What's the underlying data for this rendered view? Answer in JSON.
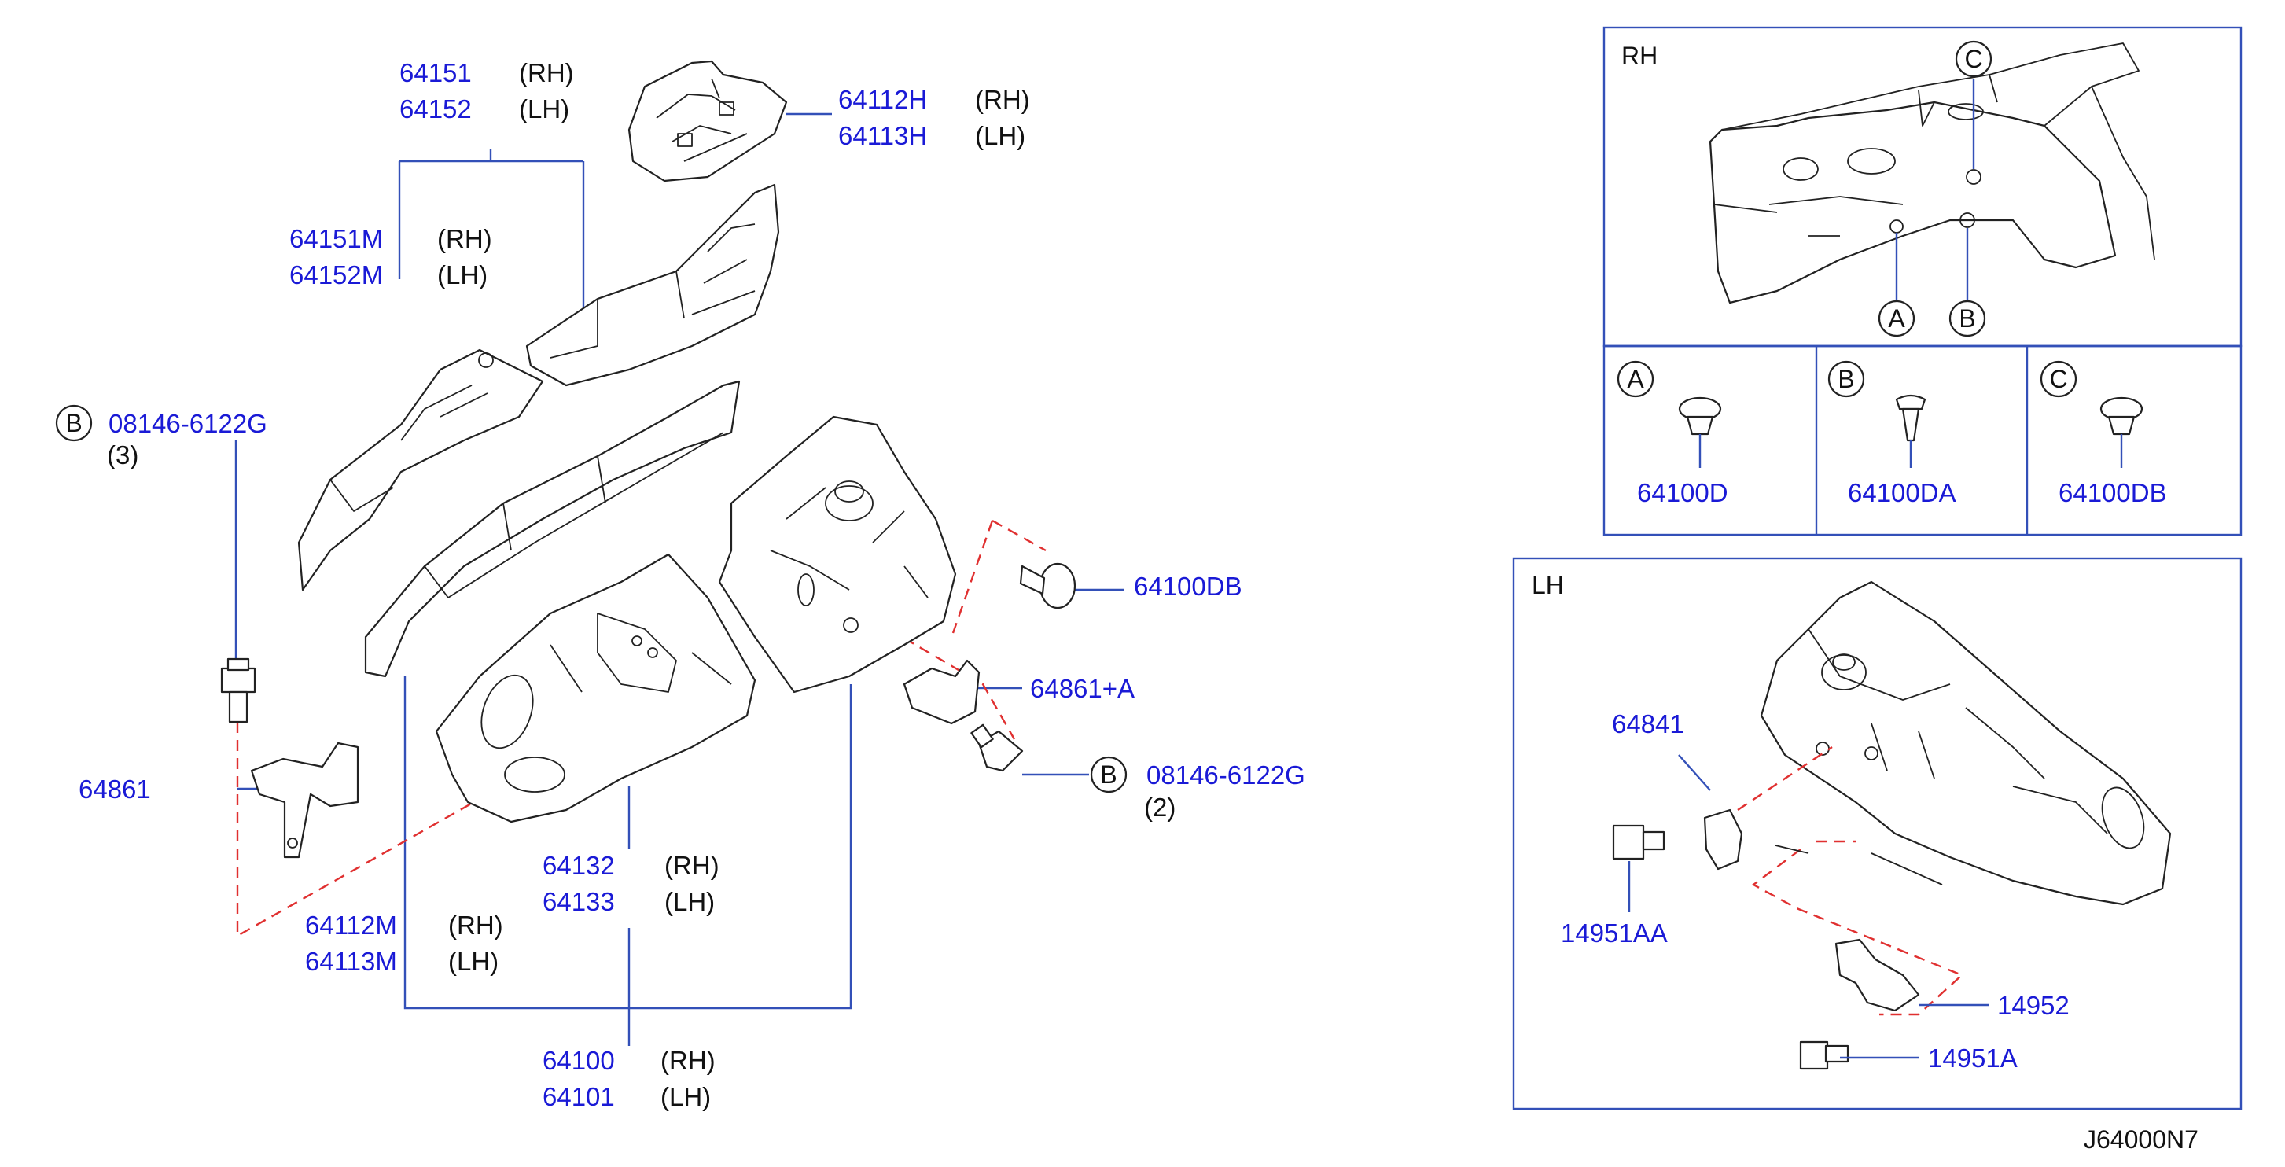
{
  "diagram_code": "J64000N7",
  "callouts": {
    "c64151": {
      "pn": "64151",
      "side": "(RH)"
    },
    "c64152": {
      "pn": "64152",
      "side": "(LH)"
    },
    "c64112H": {
      "pn": "64112H",
      "side": "(RH)"
    },
    "c64113H": {
      "pn": "64113H",
      "side": "(LH)"
    },
    "c64151M": {
      "pn": "64151M",
      "side": "(RH)"
    },
    "c64152M": {
      "pn": "64152M",
      "side": "(LH)"
    },
    "c08146a": {
      "marker": "B",
      "pn": "08146-6122G",
      "qty": "(3)"
    },
    "c64861": {
      "pn": "64861"
    },
    "c64100DB": {
      "pn": "64100DB"
    },
    "c64861A": {
      "pn": "64861+A"
    },
    "c08146b": {
      "marker": "B",
      "pn": "08146-6122G",
      "qty": "(2)"
    },
    "c64132": {
      "pn": "64132",
      "side": "(RH)"
    },
    "c64133": {
      "pn": "64133",
      "side": "(LH)"
    },
    "c64112M": {
      "pn": "64112M",
      "side": "(RH)"
    },
    "c64113M": {
      "pn": "64113M",
      "side": "(LH)"
    },
    "c64100": {
      "pn": "64100",
      "side": "(RH)"
    },
    "c64101": {
      "pn": "64101",
      "side": "(LH)"
    }
  },
  "rh_box": {
    "title": "RH",
    "markers": {
      "a": "A",
      "b": "B",
      "c": "C"
    },
    "detail_a": {
      "marker": "A",
      "pn": "64100D"
    },
    "detail_b": {
      "marker": "B",
      "pn": "64100DA"
    },
    "detail_c": {
      "marker": "C",
      "pn": "64100DB"
    }
  },
  "lh_box": {
    "title": "LH",
    "c64841": {
      "pn": "64841"
    },
    "c14951AA": {
      "pn": "14951AA"
    },
    "c14952": {
      "pn": "14952"
    },
    "c14951A": {
      "pn": "14951A"
    }
  }
}
